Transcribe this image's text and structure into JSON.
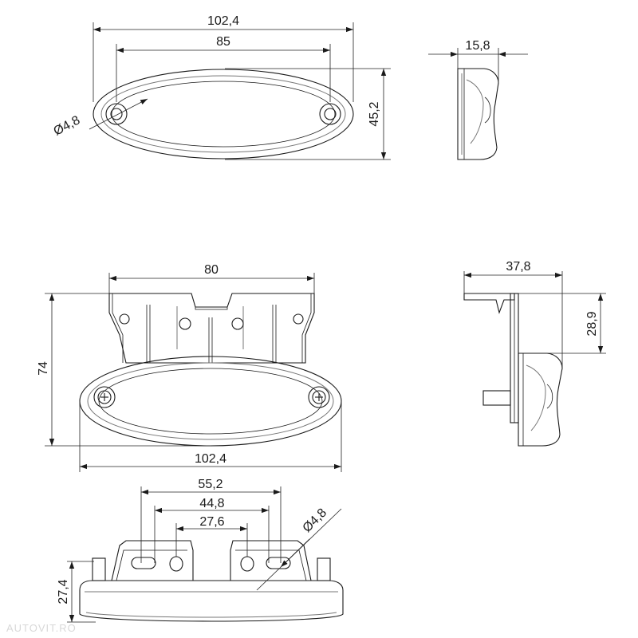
{
  "dimensions": {
    "front_overall_width": "102,4",
    "front_hole_spacing": "85",
    "front_hole_diameter": "Ø4,8",
    "front_height": "45,2",
    "side_depth": "15,8",
    "bracket_width": "80",
    "bracket_total_height": "74",
    "bracket_overall_width": "102,4",
    "bracket_side_depth": "37,8",
    "bracket_side_offset": "28,9",
    "bottom_slot_spacing": "55,2",
    "bottom_hole_spacing_outer": "44,8",
    "bottom_hole_spacing_inner": "27,6",
    "bottom_hole_diameter": "Ø4,8",
    "bottom_height": "27,4"
  },
  "watermark": "AUTOVIT.RO"
}
